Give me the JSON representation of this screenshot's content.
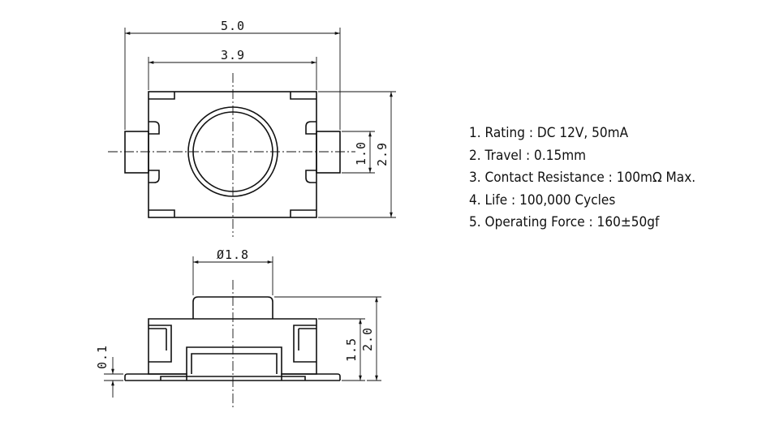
{
  "dimensions": {
    "top_view": {
      "overall_width": "5.0",
      "body_width": "3.9",
      "overall_height": "2.9",
      "terminal_width": "1.0"
    },
    "side_view": {
      "actuator_diameter": "Ø1.8",
      "body_height": "1.5",
      "overall_height": "2.0",
      "terminal_thickness": "0.1"
    }
  },
  "specifications": [
    "1. Rating : DC 12V, 50mA",
    "2. Travel : 0.15mm",
    "3. Contact Resistance : 100mΩ Max.",
    "4. Life : 100,000 Cycles",
    "5. Operating Force : 160±50gf"
  ]
}
